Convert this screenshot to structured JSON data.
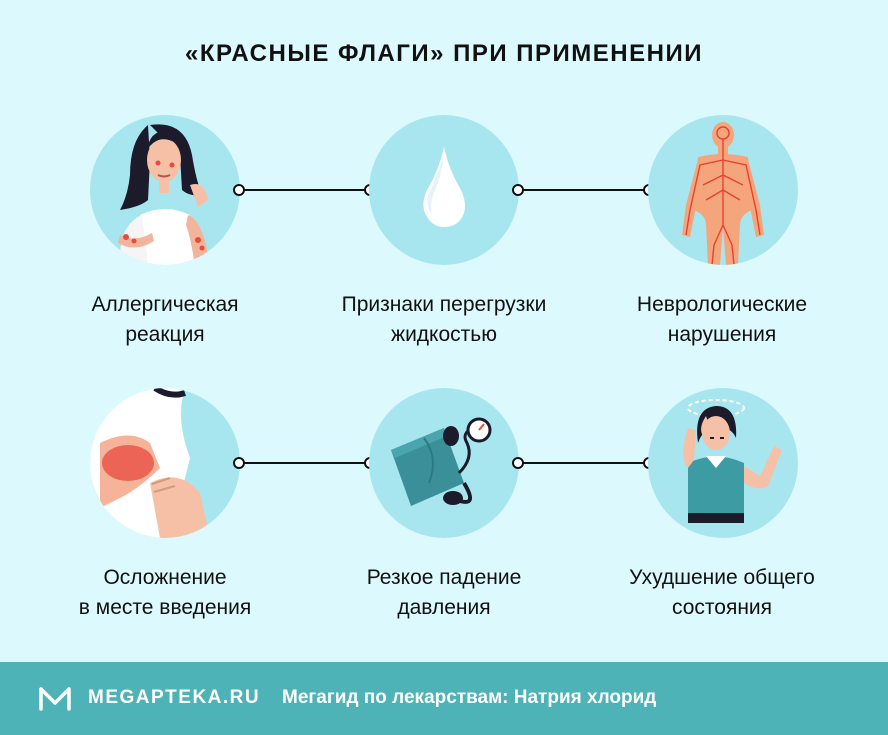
{
  "title": "«КРАСНЫЕ ФЛАГИ» ПРИ ПРИМЕНЕНИИ",
  "items": [
    {
      "line1": "Аллергическая",
      "line2": "реакция",
      "icon": "allergic-woman-icon"
    },
    {
      "line1": "Признаки перегрузки",
      "line2": "жидкостью",
      "icon": "water-drop-icon"
    },
    {
      "line1": "Неврологические",
      "line2": "нарушения",
      "icon": "nervous-system-icon"
    },
    {
      "line1": "Осложнение",
      "line2": "в месте введения",
      "icon": "injection-site-icon"
    },
    {
      "line1": "Резкое падение",
      "line2": "давления",
      "icon": "blood-pressure-monitor-icon"
    },
    {
      "line1": "Ухудшение общего",
      "line2": "состояния",
      "icon": "dizzy-woman-icon"
    }
  ],
  "footer": {
    "brand": "MEGAPTEKA.RU",
    "tagline": "Мегагид по лекарствам: Натрия хлорид"
  },
  "colors": {
    "background": "#dcf9fd",
    "circle": "#a8e6ef",
    "footer": "#4eb3b6",
    "accent_red": "#e84a3f"
  }
}
